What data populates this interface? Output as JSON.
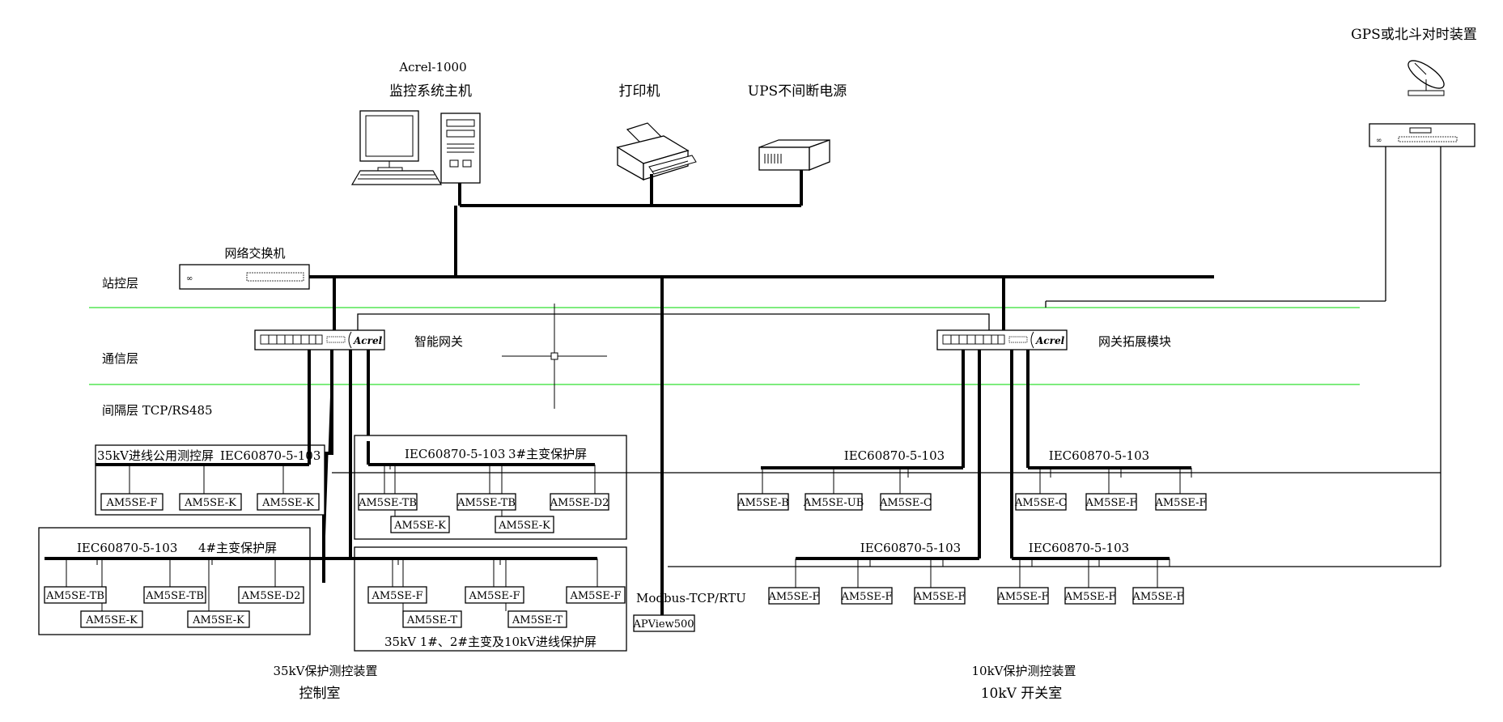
{
  "labels": {
    "host_model": "Acrel-1000",
    "host_name": "监控系统主机",
    "printer": "打印机",
    "ups": "UPS不间断电源",
    "gps": "GPS或北斗对时装置",
    "switch": "网络交换机",
    "layer_station": "站控层",
    "layer_comm": "通信层",
    "layer_bay": "间隔层 TCP/RS485",
    "gateway": "智能网关",
    "gateway_ext": "网关拓展模块",
    "gateway_logo": "Acrel",
    "modbus": "Modbus-TCP/RTU",
    "apview": "APView500",
    "sub_35": "35kV保护测控装置",
    "room_35": "控制室",
    "sub_10": "10kV保护测控装置",
    "room_10": "10kV 开关室"
  },
  "panels": {
    "p35_common": {
      "protocol": "IEC60870-5-103",
      "name": "35kV进线公用测控屏",
      "devices": [
        "AM5SE-F",
        "AM5SE-K",
        "AM5SE-K"
      ]
    },
    "p3_main": {
      "protocol": "IEC60870-5-103",
      "name": "3#主变保护屏",
      "devices_top": [
        "AM5SE-TB",
        "AM5SE-TB",
        "AM5SE-D2"
      ],
      "devices_bottom": [
        "AM5SE-K",
        "AM5SE-K"
      ]
    },
    "p4_main": {
      "protocol": "IEC60870-5-103",
      "name": "4#主变保护屏",
      "devices_top": [
        "AM5SE-TB",
        "AM5SE-TB",
        "AM5SE-D2"
      ],
      "devices_bottom": [
        "AM5SE-K",
        "AM5SE-K"
      ]
    },
    "p35_line": {
      "name": "35kV 1#、2#主变及10kV进线保护屏",
      "devices_top": [
        "AM5SE-F",
        "AM5SE-F",
        "AM5SE-F"
      ],
      "devices_bottom": [
        "AM5SE-T",
        "AM5SE-T"
      ]
    },
    "g10_a": {
      "protocol": "IEC60870-5-103",
      "devices": [
        "AM5SE-B",
        "AM5SE-UB",
        "AM5SE-C"
      ]
    },
    "g10_b": {
      "protocol": "IEC60870-5-103",
      "devices": [
        "AM5SE-C",
        "AM5SE-F",
        "AM5SE-F"
      ]
    },
    "g10_c": {
      "protocol": "IEC60870-5-103",
      "devices": [
        "AM5SE-F",
        "AM5SE-F",
        "AM5SE-F"
      ]
    },
    "g10_d": {
      "protocol": "IEC60870-5-103",
      "devices": [
        "AM5SE-F",
        "AM5SE-F",
        "AM5SE-F"
      ]
    }
  },
  "colors": {
    "layer_line": "#32e032",
    "line": "#000000",
    "background": "#ffffff"
  }
}
